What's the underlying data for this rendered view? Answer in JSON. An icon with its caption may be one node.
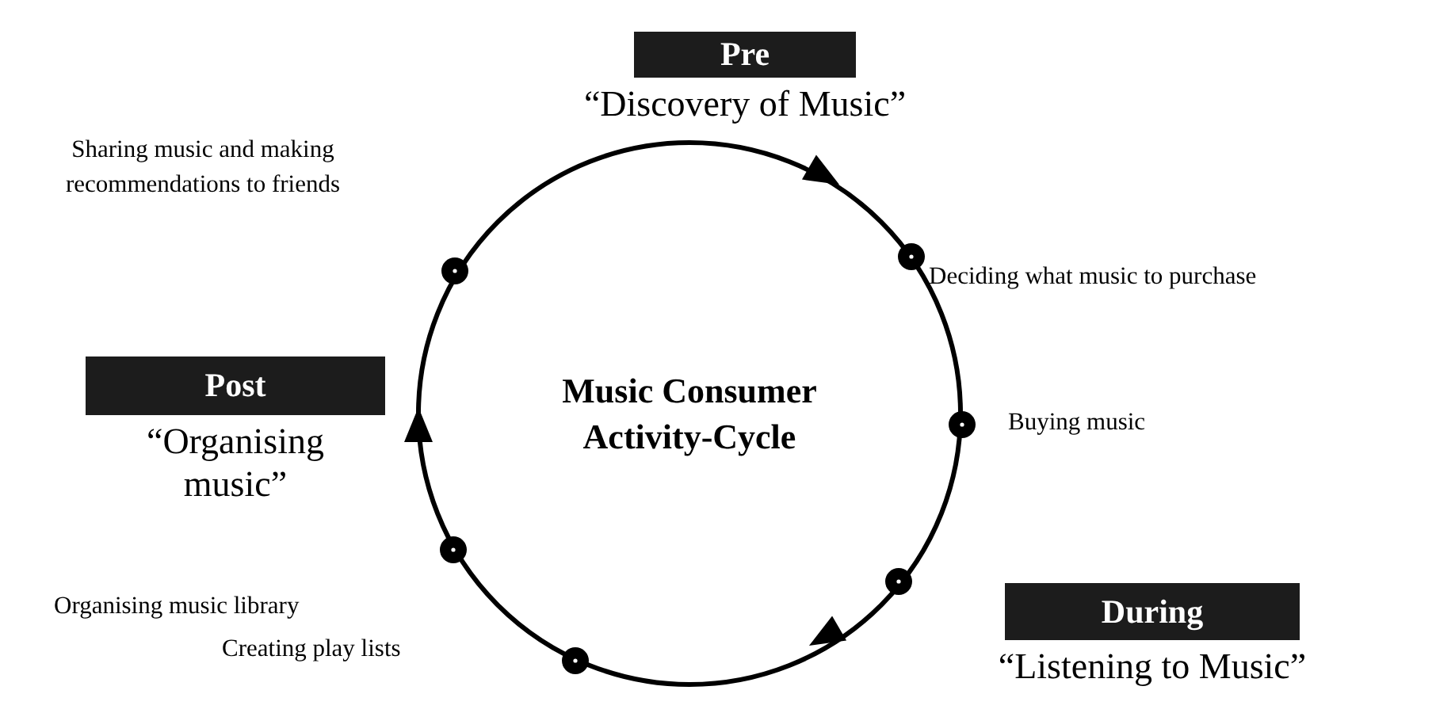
{
  "diagram": {
    "nodes": [
      {
        "text": [
          "Music Consumer Activity-Cycle"
        ]
      },
      {
        "text": [
          "Pre"
        ],
        "beside": [
          "“Discovery of Music”"
        ]
      },
      {
        "text": [
          "Post"
        ],
        "beside": [
          "“Organising music”"
        ]
      },
      {
        "text": [
          "During"
        ],
        "beside": [
          "“Listening to Music”"
        ]
      }
    ],
    "labels": [
      "Sharing music and making recommendations to friends",
      "Deciding what music to purchase",
      "Buying music",
      "Organising music library",
      "Creating play lists"
    ]
  }
}
